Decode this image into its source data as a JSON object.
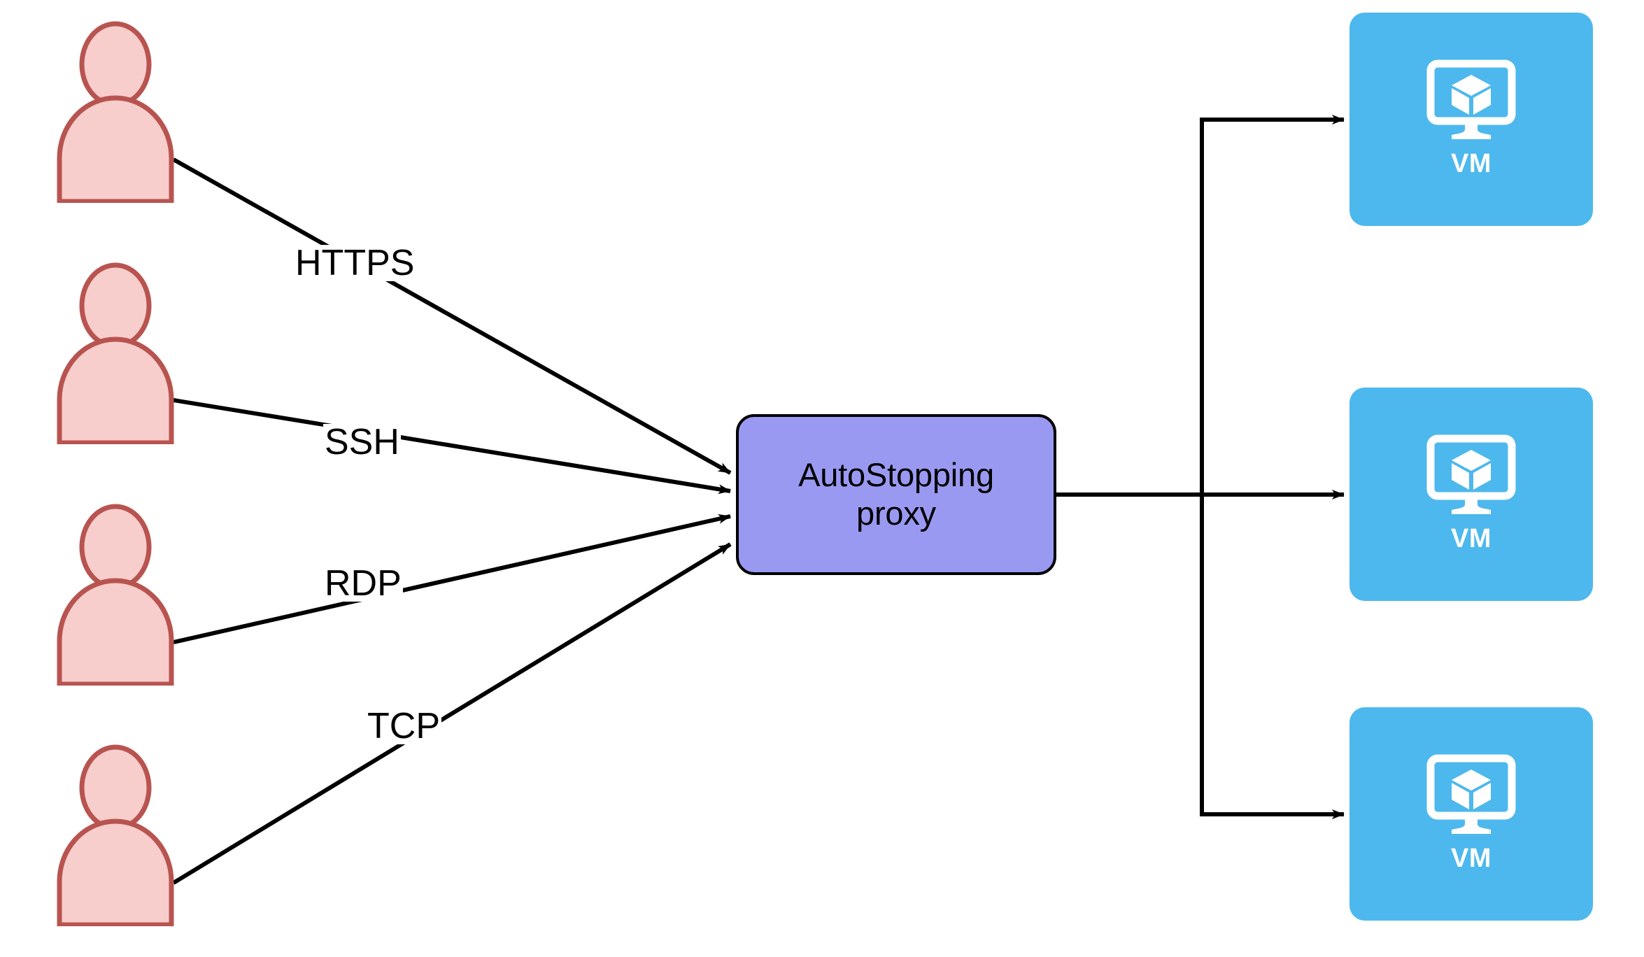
{
  "diagram": {
    "title": "AutoStopping proxy traffic routing",
    "background_color": "#ffffff"
  },
  "actors": [
    {
      "name": "user-1",
      "icon": "user-icon",
      "fill": "#f8cecc",
      "stroke": "#b85450"
    },
    {
      "name": "user-2",
      "icon": "user-icon",
      "fill": "#f8cecc",
      "stroke": "#b85450"
    },
    {
      "name": "user-3",
      "icon": "user-icon",
      "fill": "#f8cecc",
      "stroke": "#b85450"
    },
    {
      "name": "user-4",
      "icon": "user-icon",
      "fill": "#f8cecc",
      "stroke": "#b85450"
    }
  ],
  "protocol_labels": [
    {
      "text": "HTTPS",
      "from": "user-1"
    },
    {
      "text": "SSH",
      "from": "user-2"
    },
    {
      "text": "RDP",
      "from": "user-3"
    },
    {
      "text": "TCP",
      "from": "user-4"
    }
  ],
  "proxy": {
    "label": "AutoStopping\nproxy",
    "fill": "#9a99f2",
    "stroke": "#000000"
  },
  "targets": [
    {
      "label": "VM",
      "icon": "virtual-machine-icon",
      "fill": "#4db8ed",
      "text_color": "#ffffff"
    },
    {
      "label": "VM",
      "icon": "virtual-machine-icon",
      "fill": "#4db8ed",
      "text_color": "#ffffff"
    },
    {
      "label": "VM",
      "icon": "virtual-machine-icon",
      "fill": "#4db8ed",
      "text_color": "#ffffff"
    }
  ],
  "connectors": {
    "stroke": "#000000",
    "arrowhead": "filled-triangle",
    "inbound_count": 4,
    "outbound_count": 3
  }
}
